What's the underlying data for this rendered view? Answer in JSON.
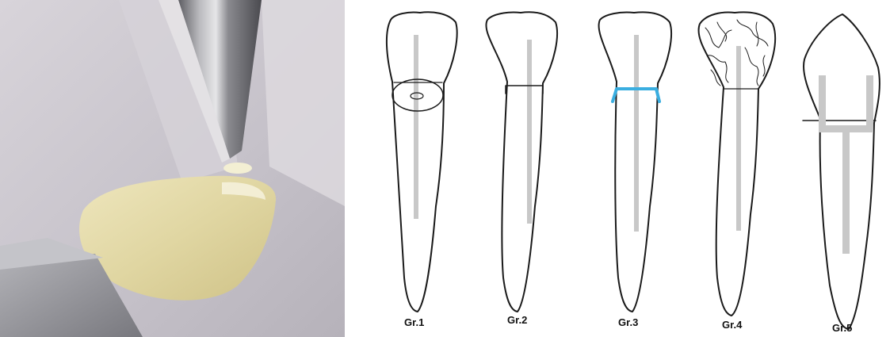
{
  "photo": {
    "subject": "tooth-specimen-under-v-shaped-loading-tip",
    "colors": {
      "background": "#c9c4cc",
      "steel": "#8f8f95",
      "tooth": "#e2d9a8",
      "mount": "#9a9aa0"
    }
  },
  "diagram": {
    "colors": {
      "outline": "#1a1a1a",
      "post": "#c8c8c8",
      "highlight": "#3aaee0"
    },
    "groups": [
      {
        "label": "Gr.1",
        "feature": "circle-cross-section"
      },
      {
        "label": "Gr.2",
        "feature": "flat-core"
      },
      {
        "label": "Gr.3",
        "feature": "ferrule-highlighted"
      },
      {
        "label": "Gr.4",
        "feature": "fractured-crown"
      },
      {
        "label": "Gr.5",
        "feature": "forked-post"
      }
    ]
  }
}
